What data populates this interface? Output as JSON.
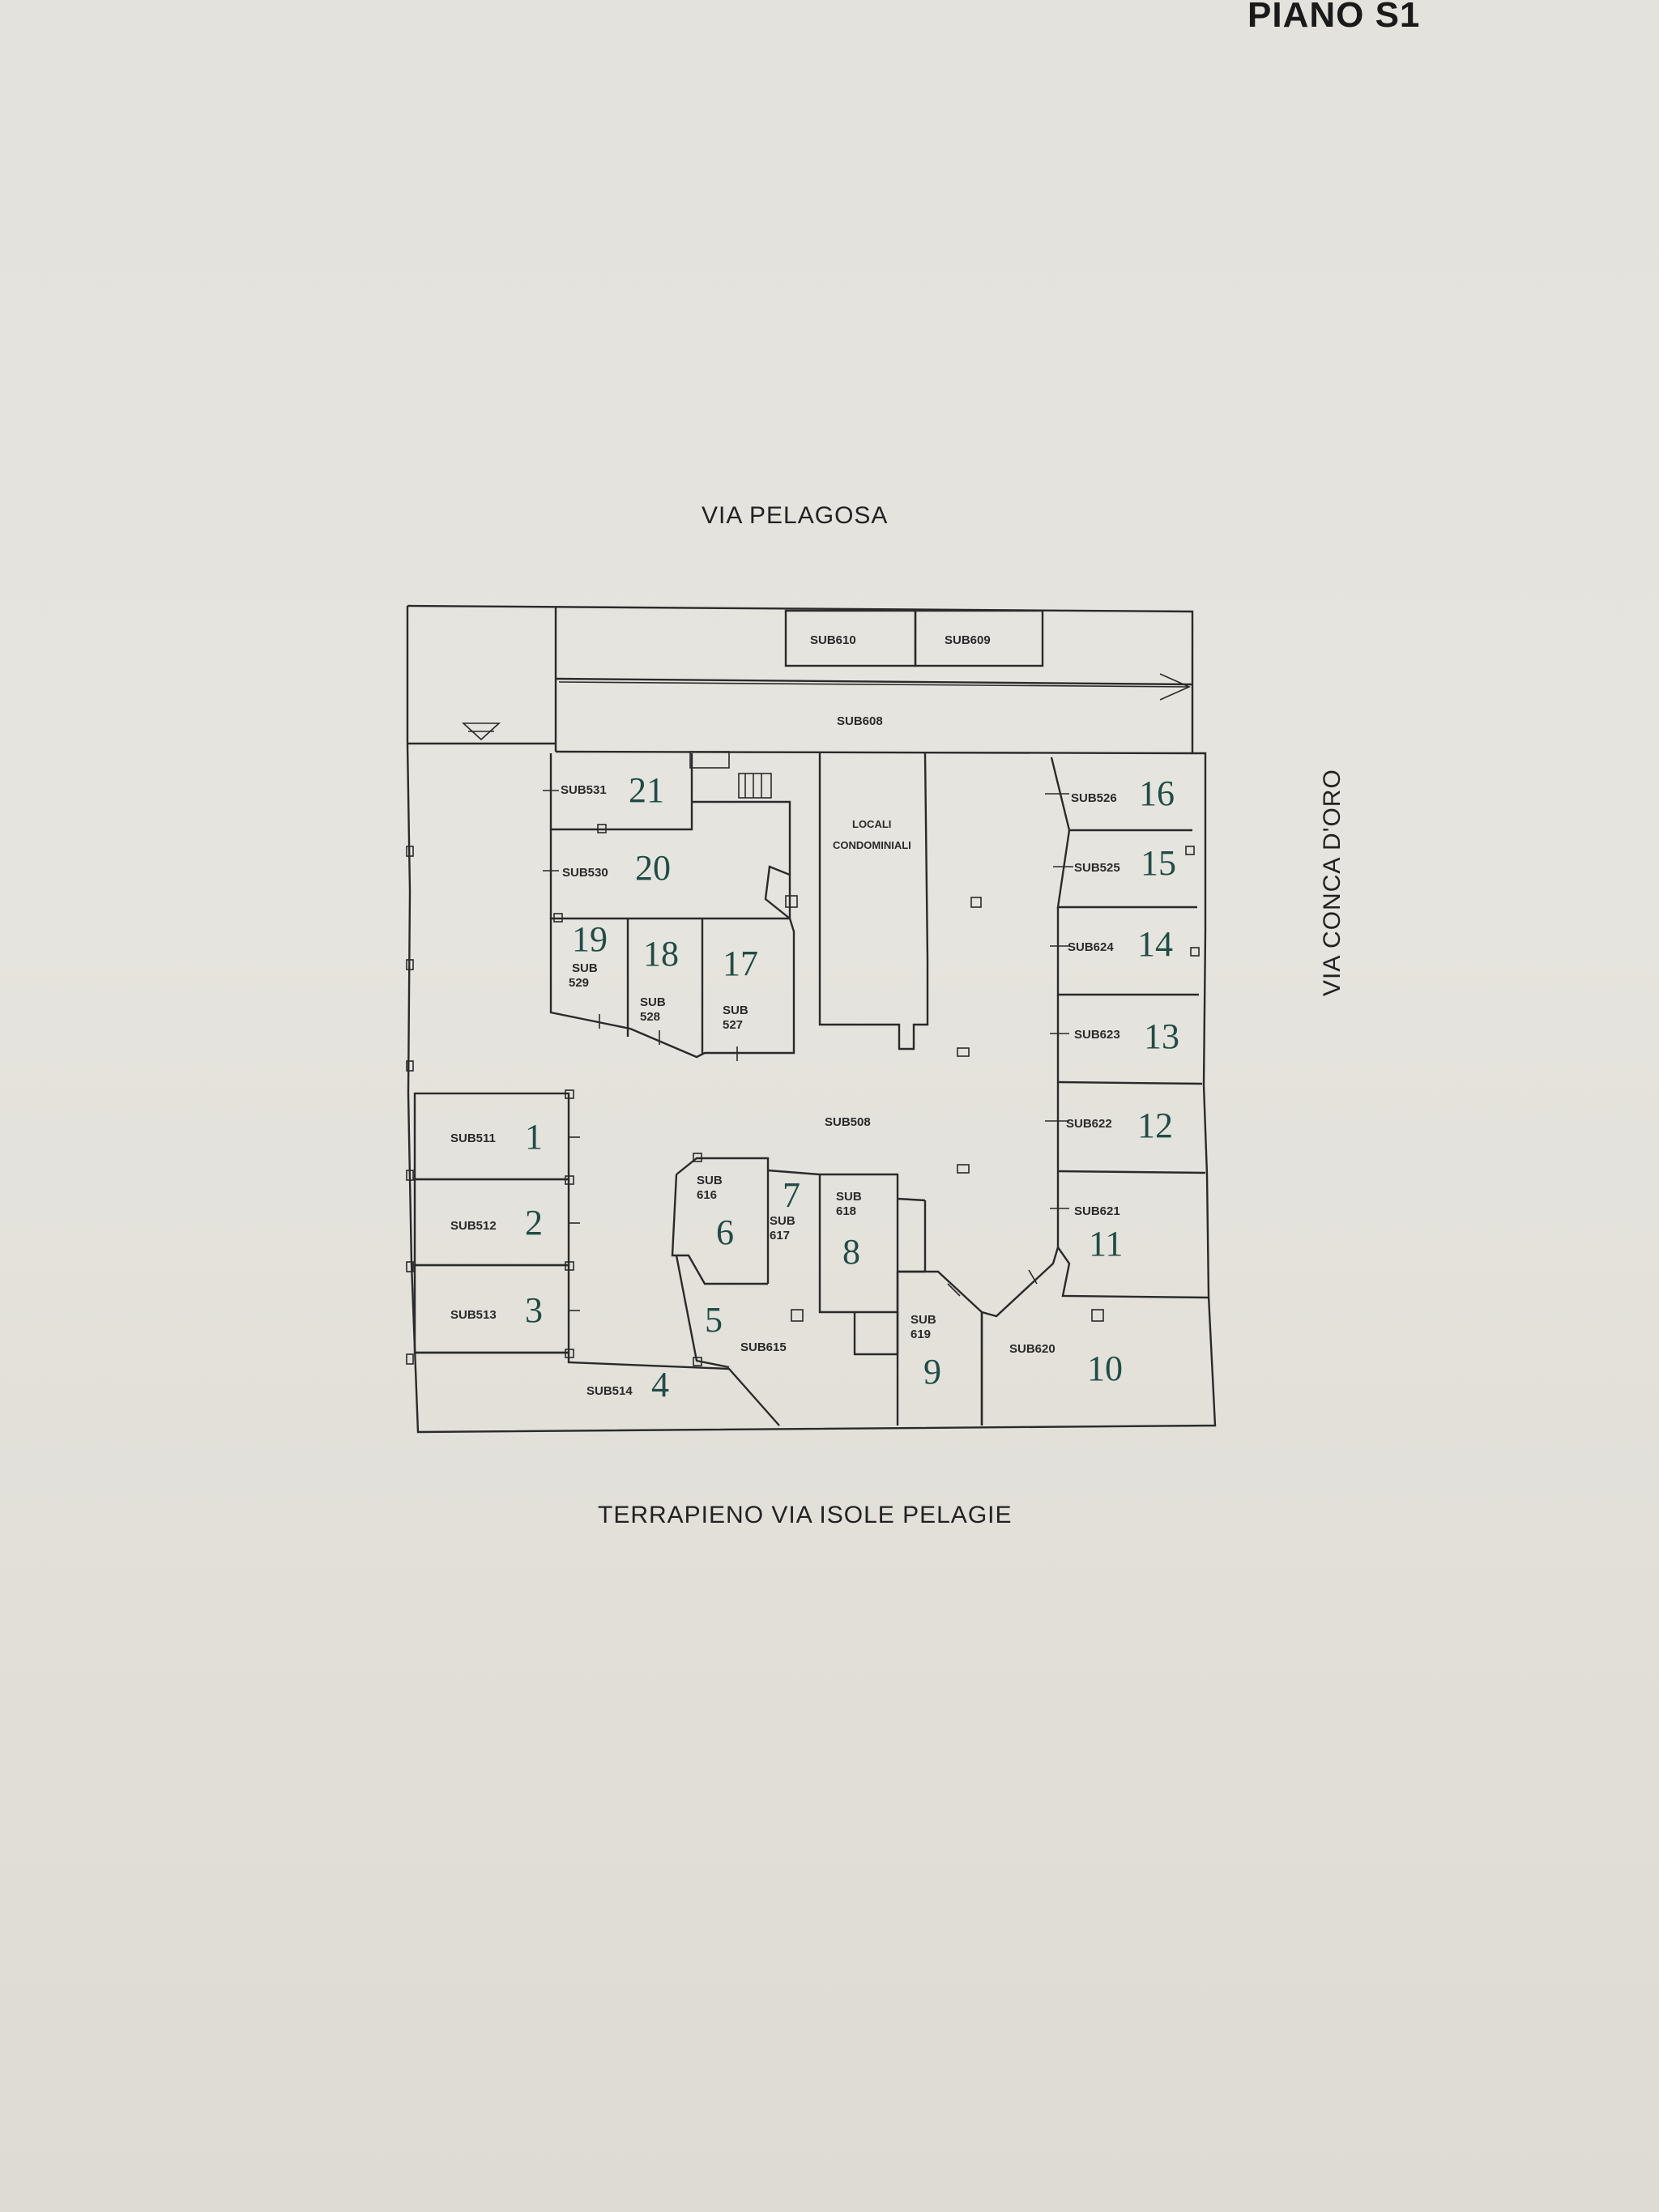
{
  "page": {
    "title": "PIANO S1"
  },
  "streets": {
    "north": "VIA  PELAGOSA",
    "east": "VIA  CONCA  D'ORO",
    "south": "TERRAPIENO VIA ISOLE  PELAGIE"
  },
  "areas": {
    "sub610": "SUB610",
    "sub609": "SUB609",
    "sub608": "SUB608",
    "sub508": "SUB508",
    "locali_line1": "LOCALI",
    "locali_line2": "CONDOMINIALI"
  },
  "units": [
    {
      "number": "1",
      "sub": "SUB511"
    },
    {
      "number": "2",
      "sub": "SUB512"
    },
    {
      "number": "3",
      "sub": "SUB513"
    },
    {
      "number": "4",
      "sub": "SUB514"
    },
    {
      "number": "5",
      "sub": "SUB615"
    },
    {
      "number": "6",
      "sub_line1": "SUB",
      "sub_line2": "616"
    },
    {
      "number": "7",
      "sub_line1": "SUB",
      "sub_line2": "617"
    },
    {
      "number": "8",
      "sub_line1": "SUB",
      "sub_line2": "618"
    },
    {
      "number": "9",
      "sub_line1": "SUB",
      "sub_line2": "619"
    },
    {
      "number": "10",
      "sub": "SUB620"
    },
    {
      "number": "11",
      "sub": "SUB621"
    },
    {
      "number": "12",
      "sub": "SUB622"
    },
    {
      "number": "13",
      "sub": "SUB623"
    },
    {
      "number": "14",
      "sub": "SUB624"
    },
    {
      "number": "15",
      "sub": "SUB525"
    },
    {
      "number": "16",
      "sub": "SUB526"
    },
    {
      "number": "17",
      "sub_line1": "SUB",
      "sub_line2": "527"
    },
    {
      "number": "18",
      "sub_line1": "SUB",
      "sub_line2": "528"
    },
    {
      "number": "19",
      "sub_line1": "SUB",
      "sub_line2": "529"
    },
    {
      "number": "20",
      "sub": "SUB530"
    },
    {
      "number": "21",
      "sub": "SUB531"
    }
  ]
}
